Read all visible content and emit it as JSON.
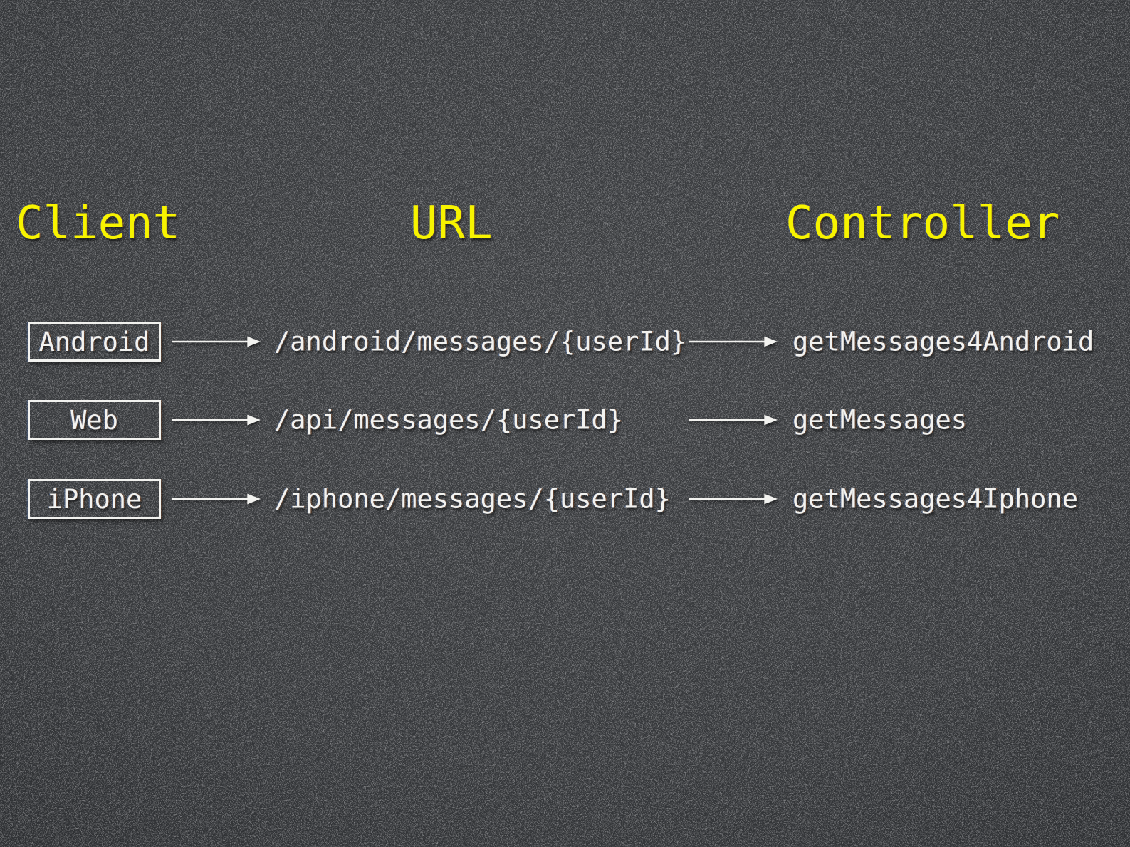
{
  "colors": {
    "bg-base": "#36383b",
    "accent-yellow": "#f7f300",
    "text-white": "#f2f2ef"
  },
  "headers": {
    "client": "Client",
    "url": "URL",
    "controller": "Controller"
  },
  "rows": [
    {
      "client": "Android",
      "url": "/android/messages/{userId}",
      "controller": "getMessages4Android"
    },
    {
      "client": "Web",
      "url": "/api/messages/{userId}",
      "controller": "getMessages"
    },
    {
      "client": "iPhone",
      "url": "/iphone/messages/{userId}",
      "controller": "getMessages4Iphone"
    }
  ],
  "icons": {
    "arrow": "right-arrow"
  }
}
